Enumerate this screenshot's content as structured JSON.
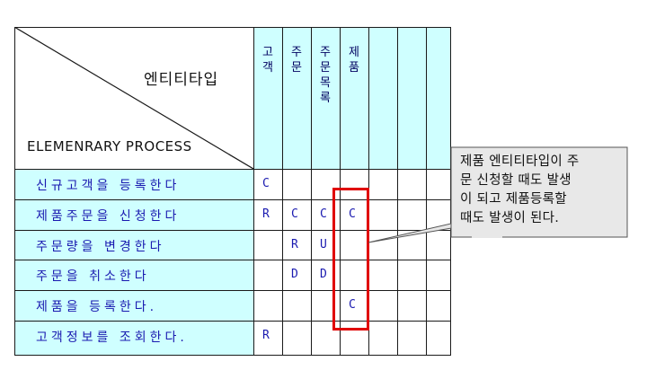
{
  "corner": {
    "entity_type": "엔티티타입",
    "elementary_process": "ELEMENRARY PROCESS"
  },
  "entities": [
    {
      "label": "고객",
      "chars": [
        "고",
        "객"
      ]
    },
    {
      "label": "주문",
      "chars": [
        "주",
        "문"
      ]
    },
    {
      "label": "주문목록",
      "chars": [
        "주",
        "문",
        "목",
        "록"
      ]
    },
    {
      "label": "제품",
      "chars": [
        "제",
        "품"
      ]
    },
    {
      "label": "",
      "chars": []
    },
    {
      "label": "",
      "chars": []
    },
    {
      "label": "",
      "chars": []
    }
  ],
  "processes": [
    {
      "label": "신규고객을 등록한다",
      "cells": [
        "C",
        "",
        "",
        "",
        "",
        "",
        ""
      ]
    },
    {
      "label": "제품주문을 신청한다",
      "cells": [
        "R",
        "C",
        "C",
        "C",
        "",
        "",
        ""
      ]
    },
    {
      "label": "주문량을 변경한다",
      "cells": [
        "",
        "R",
        "U",
        "",
        "",
        "",
        ""
      ]
    },
    {
      "label": "주문을 취소한다",
      "cells": [
        "",
        "D",
        "D",
        "",
        "",
        "",
        ""
      ]
    },
    {
      "label": "제품을 등록한다.",
      "cells": [
        "",
        "",
        "",
        "C",
        "",
        "",
        ""
      ]
    },
    {
      "label": "고객정보를 조회한다.",
      "cells": [
        "R",
        "",
        "",
        "",
        "",
        "",
        ""
      ]
    }
  ],
  "callout": {
    "lines": [
      "제품 엔티티타입이 주",
      "문 신청할 때도 발생",
      "이 되고 제품등록할",
      "때도 발생이 된다."
    ]
  },
  "colors": {
    "header_fill": "#cfffff",
    "highlight_border": "#e00000",
    "text_blue": "#1a1ab0",
    "callout_fill": "#e8e8e8"
  }
}
